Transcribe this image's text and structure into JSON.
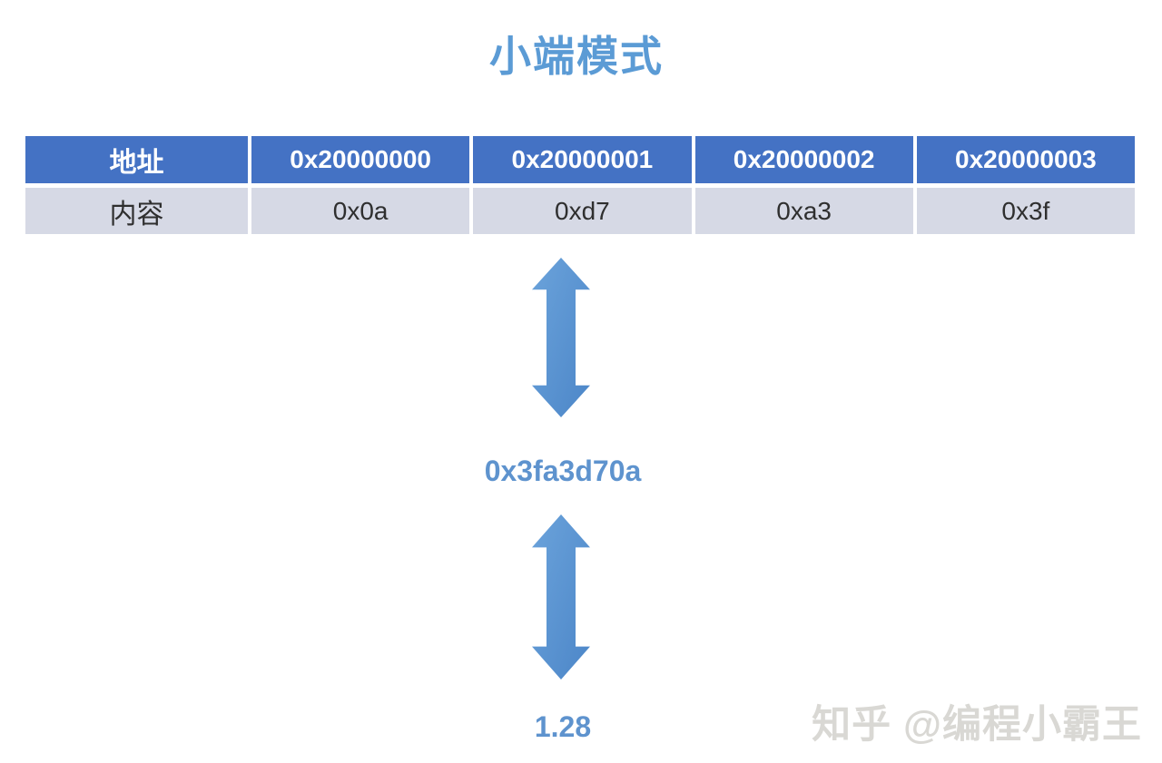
{
  "title": "小端模式",
  "memory_table": {
    "address_label": "地址",
    "content_label": "内容",
    "addresses": [
      "0x20000000",
      "0x20000001",
      "0x20000002",
      "0x20000003"
    ],
    "contents": [
      "0x0a",
      "0xd7",
      "0xa3",
      "0x3f"
    ]
  },
  "conversion": {
    "combined_hex": "0x3fa3d70a",
    "float_value": "1.28"
  },
  "watermark": "知乎 @编程小霸王",
  "colors": {
    "title_blue": "#5B9BD5",
    "table_header_bg": "#4472C4",
    "table_header_text": "#FFFFFF",
    "table_row_bg": "#D6D9E5",
    "table_row_text": "#2F2F2F",
    "arrow_blue_light": "#6BA3DB",
    "arrow_blue_dark": "#4C86C8",
    "value_text_blue": "#5E93CE",
    "watermark_gray": "#D9D8D4"
  },
  "icons": {
    "arrow_1": "double-vertical-arrow",
    "arrow_2": "double-vertical-arrow"
  }
}
